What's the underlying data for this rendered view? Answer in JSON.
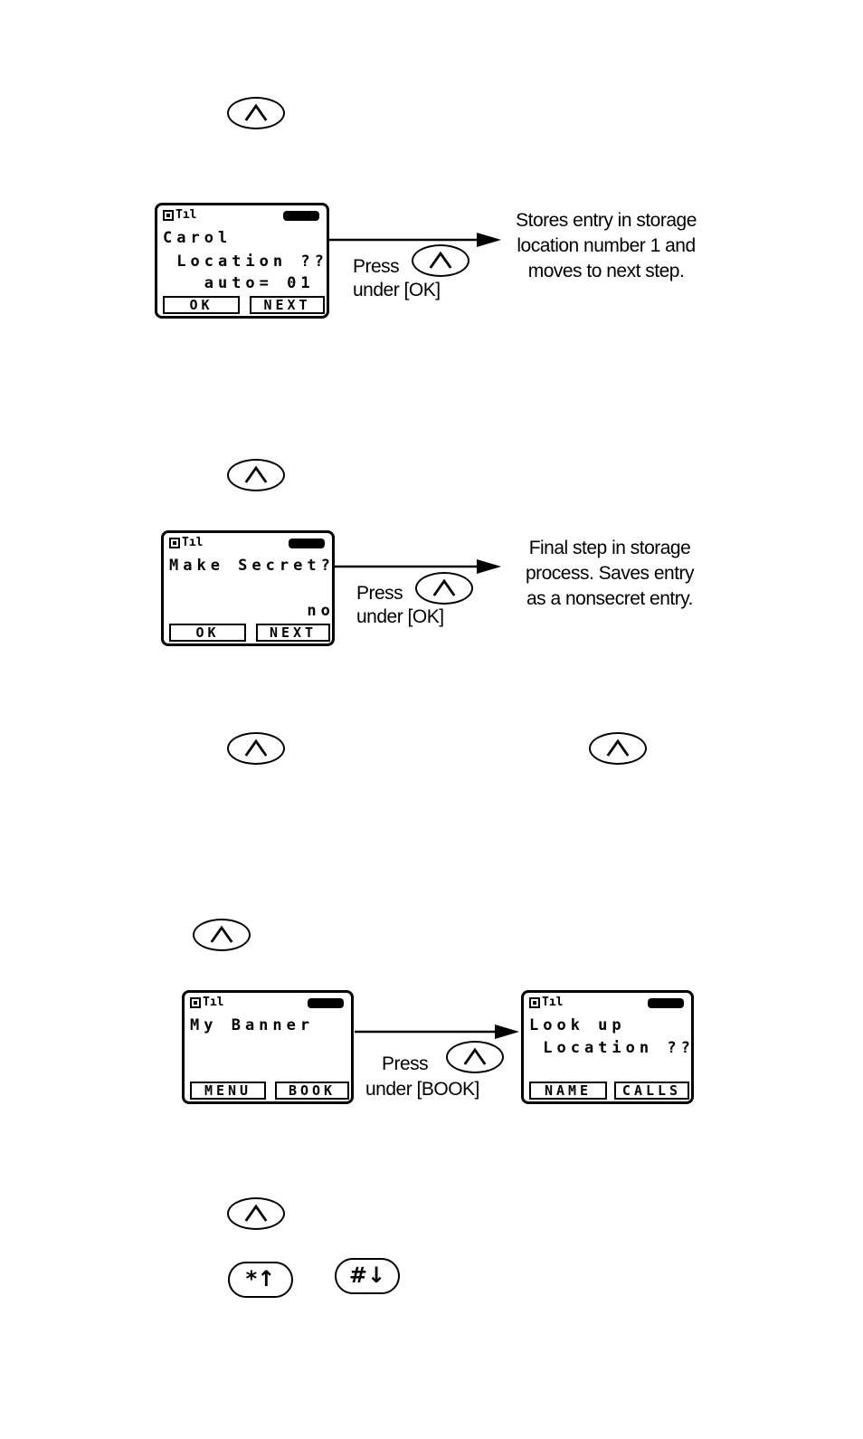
{
  "diagram1": {
    "screen_lines": [
      "Carol",
      " Location ??",
      "   auto= 01"
    ],
    "softkey_left": "OK",
    "softkey_right": "NEXT",
    "press_line1": "Press",
    "press_line2": "under [OK]",
    "caption_lines": [
      "Stores entry in storage",
      "location number 1 and",
      "moves to next step."
    ]
  },
  "diagram2": {
    "screen_lines": [
      "Make Secret?",
      "",
      "          no"
    ],
    "softkey_left": "OK",
    "softkey_right": "NEXT",
    "press_line1": "Press",
    "press_line2": "under [OK]",
    "caption_lines": [
      "Final step in storage",
      "process. Saves entry",
      "as a nonsecret entry."
    ]
  },
  "diagram3": {
    "left_screen_lines": [
      "My Banner"
    ],
    "left_softkey_left": "MENU",
    "left_softkey_right": "BOOK",
    "press_line1": "Press",
    "press_line2": "under [BOOK]",
    "right_screen_lines": [
      "Look up",
      " Location ??"
    ],
    "right_softkey_left": "NAME",
    "right_softkey_right": "CALLS"
  },
  "keys": {
    "star_label": "*↑",
    "hash_label": "#↓"
  },
  "icons": {
    "softkey": "softkey-up-caret-icon",
    "signal": "signal-strength-icon",
    "battery": "battery-icon"
  }
}
